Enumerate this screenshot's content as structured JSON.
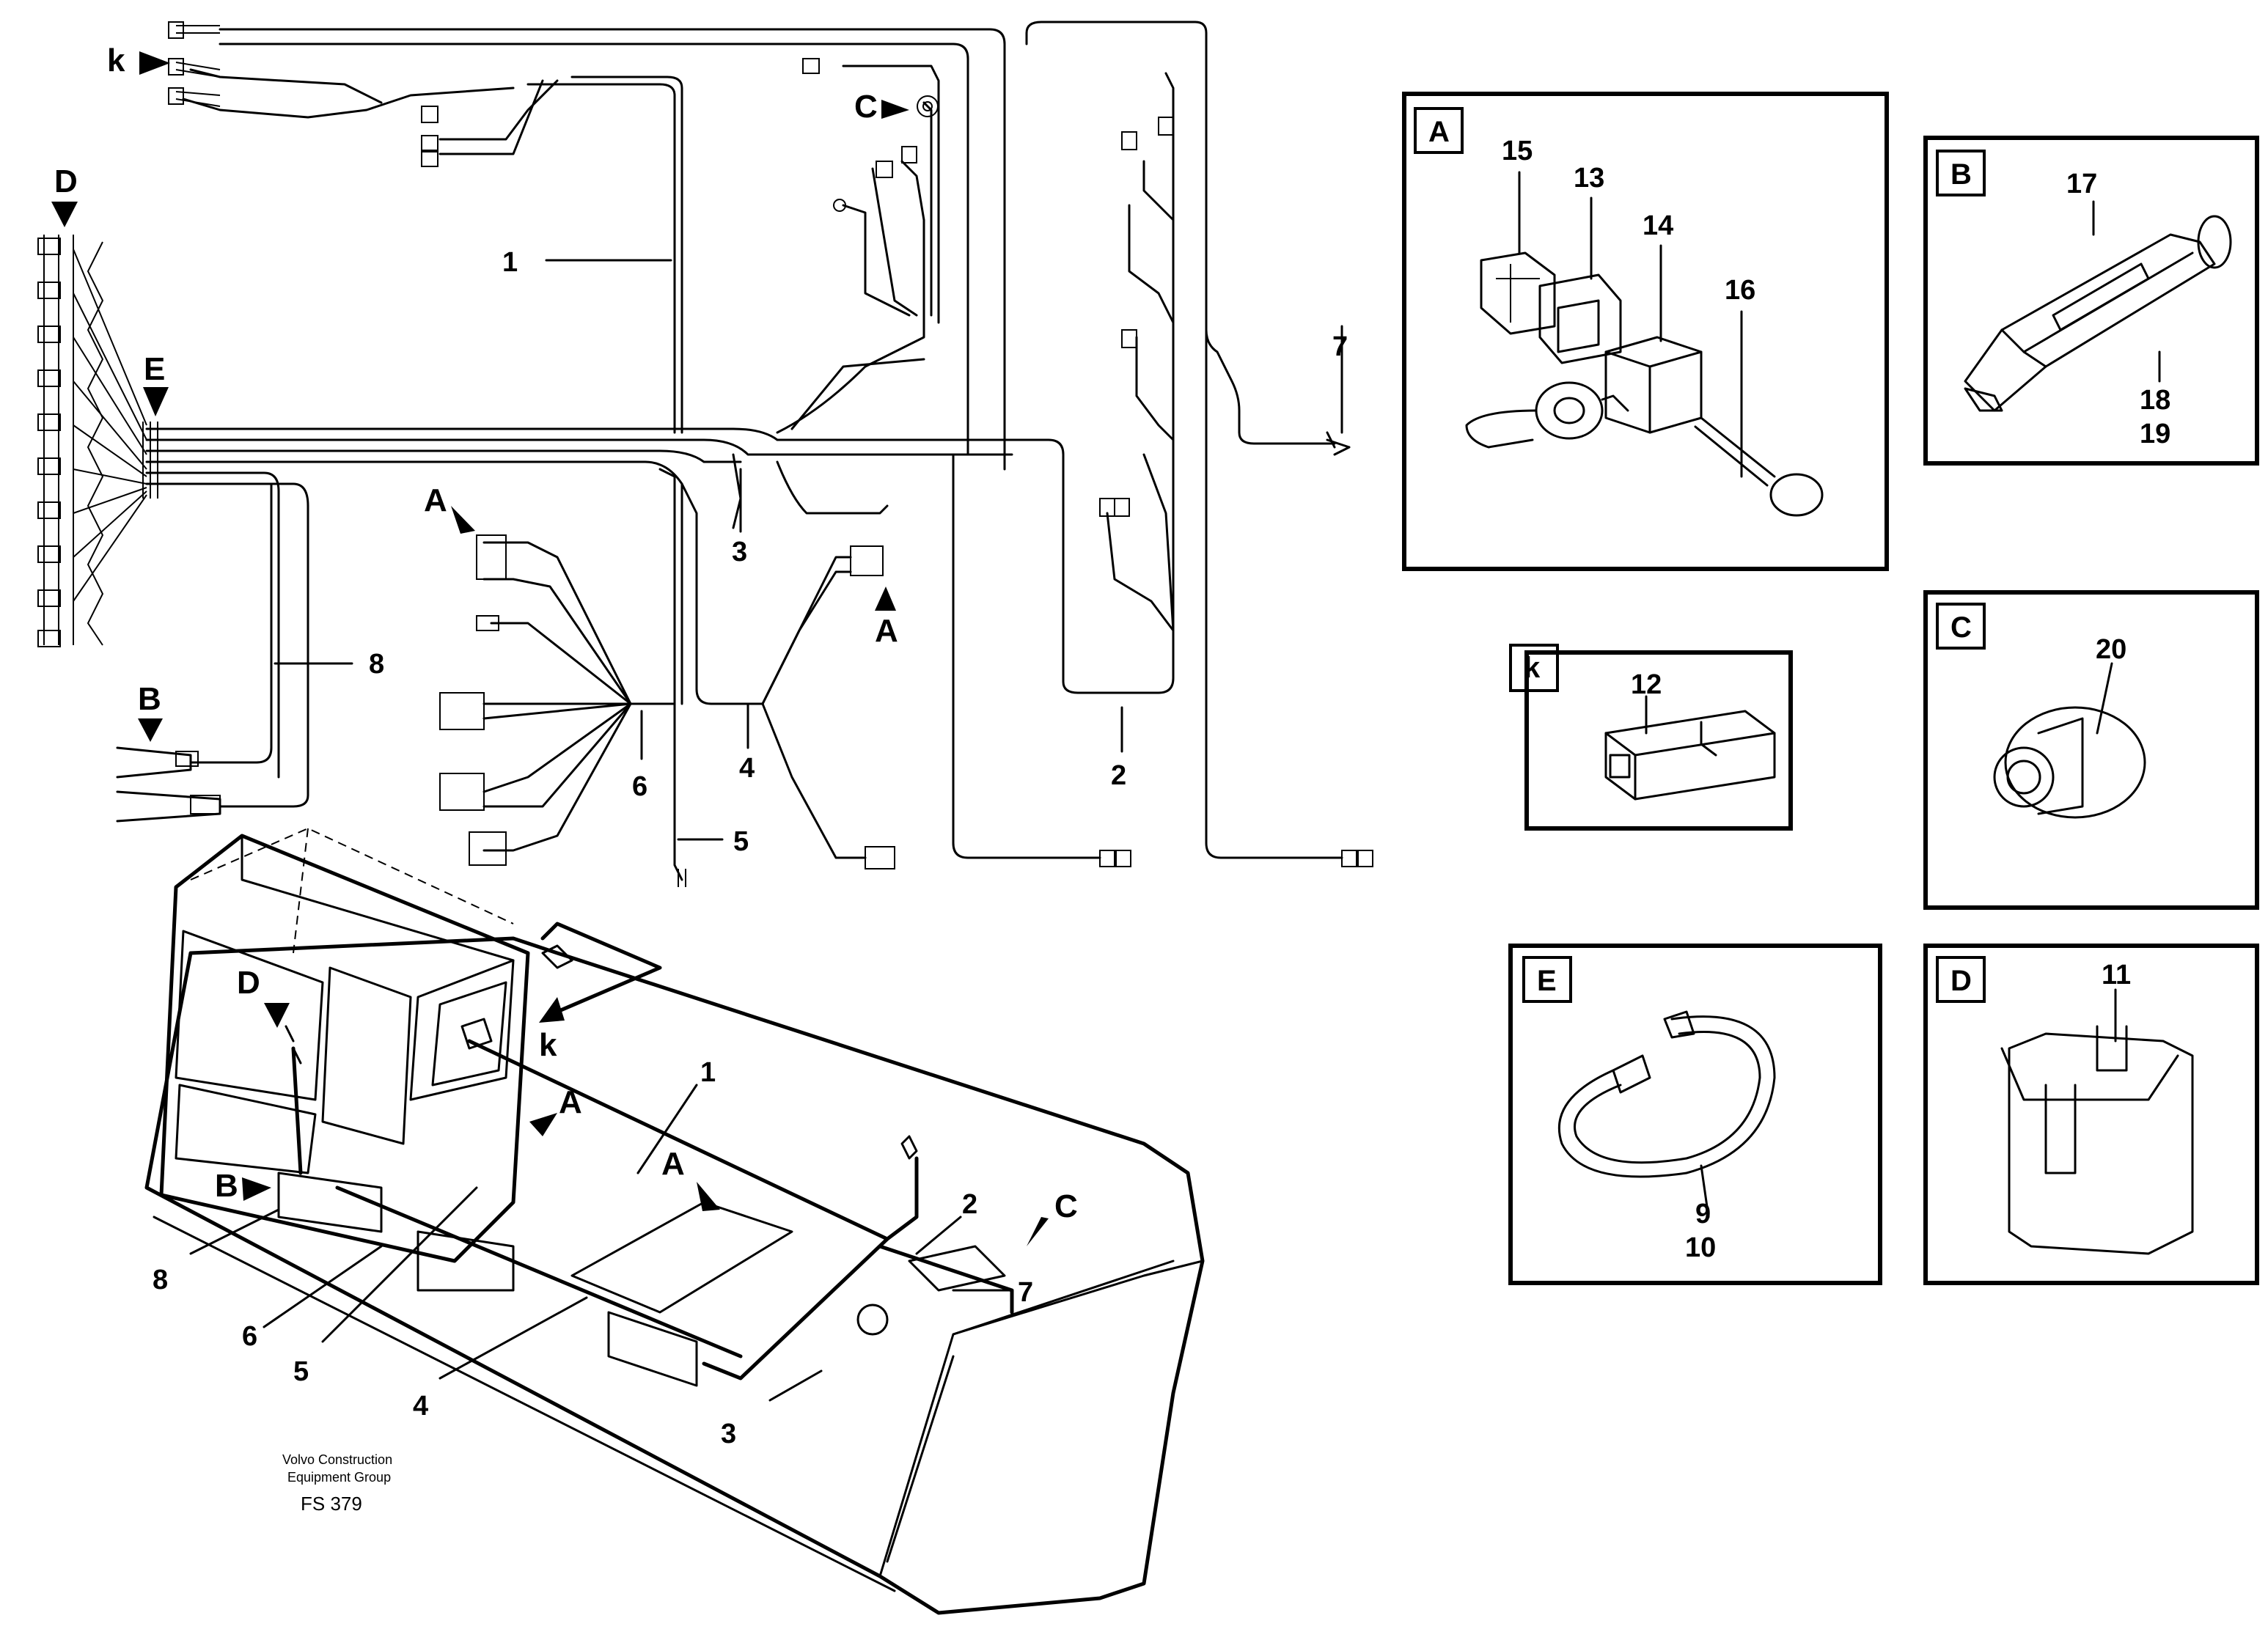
{
  "harness": {
    "item_labels": [
      "1",
      "2",
      "3",
      "4",
      "5",
      "6",
      "7",
      "8"
    ],
    "view_markers": [
      "A",
      "A",
      "B",
      "C",
      "D",
      "E",
      "k"
    ]
  },
  "machine": {
    "item_labels": [
      "1",
      "2",
      "3",
      "4",
      "5",
      "6",
      "7",
      "8"
    ],
    "view_markers": [
      "A",
      "A",
      "B",
      "C",
      "D",
      "k"
    ]
  },
  "details": {
    "A": {
      "letter": "A",
      "parts": [
        "15",
        "13",
        "14",
        "16"
      ]
    },
    "B": {
      "letter": "B",
      "parts": [
        "17",
        "18",
        "19"
      ]
    },
    "C": {
      "letter": "C",
      "parts": [
        "20"
      ]
    },
    "D": {
      "letter": "D",
      "parts": [
        "11"
      ]
    },
    "E": {
      "letter": "E",
      "parts": [
        "9",
        "10"
      ]
    },
    "k": {
      "letter": "k",
      "parts": [
        "12"
      ]
    }
  },
  "footer": {
    "company_line1": "Volvo Construction",
    "company_line2": "Equipment Group",
    "figure_code": "FS 379"
  }
}
